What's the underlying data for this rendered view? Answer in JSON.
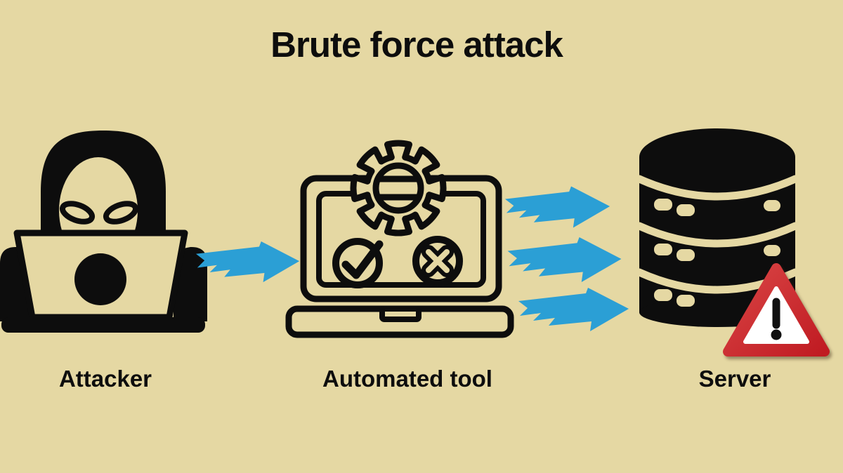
{
  "title": "Brute force attack",
  "diagram": {
    "nodes": [
      {
        "id": "attacker",
        "label": "Attacker",
        "icon": "hacker-attacker-icon"
      },
      {
        "id": "automated-tool",
        "label": "Automated tool",
        "icon": "laptop-gear-check-x-icon"
      },
      {
        "id": "server",
        "label": "Server",
        "icon": "database-server-icon",
        "badge_icon": "warning-triangle-icon"
      }
    ],
    "flows": [
      {
        "from": "attacker",
        "to": "automated-tool",
        "arrow_count": 1,
        "arrow_style": "hand-drawn-right-arrow"
      },
      {
        "from": "automated-tool",
        "to": "server",
        "arrow_count": 3,
        "arrow_style": "hand-drawn-right-arrow"
      }
    ]
  },
  "colors": {
    "background": "#e5d8a3",
    "icon_black": "#0d0d0d",
    "arrow_blue": "#2b9fd5",
    "warning_red_light": "#d94545",
    "warning_red_dark": "#c01b22",
    "warning_inner_white": "#ffffff"
  }
}
